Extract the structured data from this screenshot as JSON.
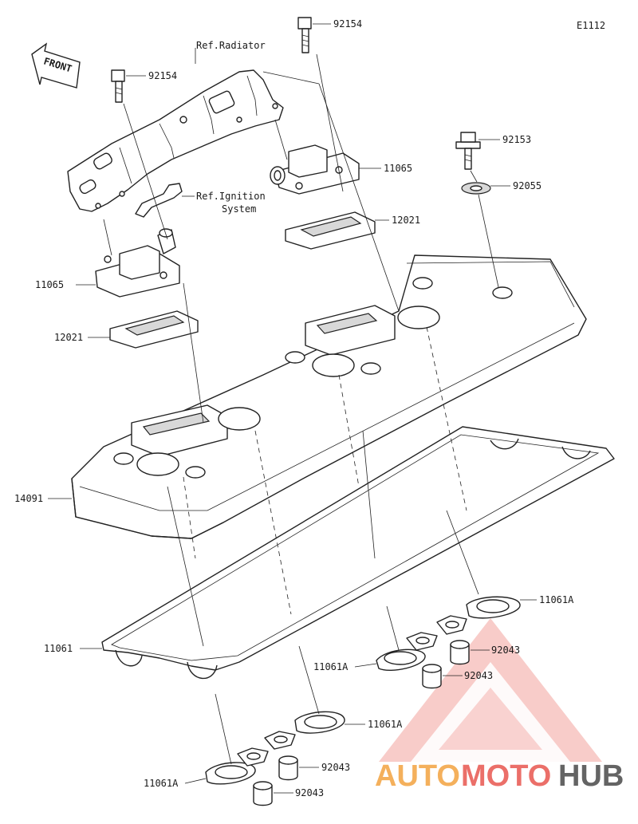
{
  "diagram_code": "E1112",
  "front_label": "FRONT",
  "refs": {
    "radiator": "Ref.Radiator",
    "ignition_line1": "Ref.Ignition",
    "ignition_line2": "System"
  },
  "parts": {
    "bolt_top": "92154",
    "bolt_left": "92154",
    "bolt_right": "92153",
    "washer": "92055",
    "breather_right": "11065",
    "breather_left": "11065",
    "plate_right": "12021",
    "plate_left": "12021",
    "cover": "14091",
    "gasket": "11061",
    "plug_gasket_1": "11061A",
    "plug_gasket_2": "11061A",
    "plug_gasket_3": "11061A",
    "plug_gasket_4": "11061A",
    "dowel_1": "92043",
    "dowel_2": "92043",
    "dowel_3": "92043",
    "dowel_4": "92043"
  },
  "watermark": {
    "part1": "AUTO",
    "part2": "MOTO",
    "part3": "HUB",
    "color_red": "#e8574f",
    "color_orange": "#f3a340",
    "color_dark": "#4a4a4a"
  }
}
